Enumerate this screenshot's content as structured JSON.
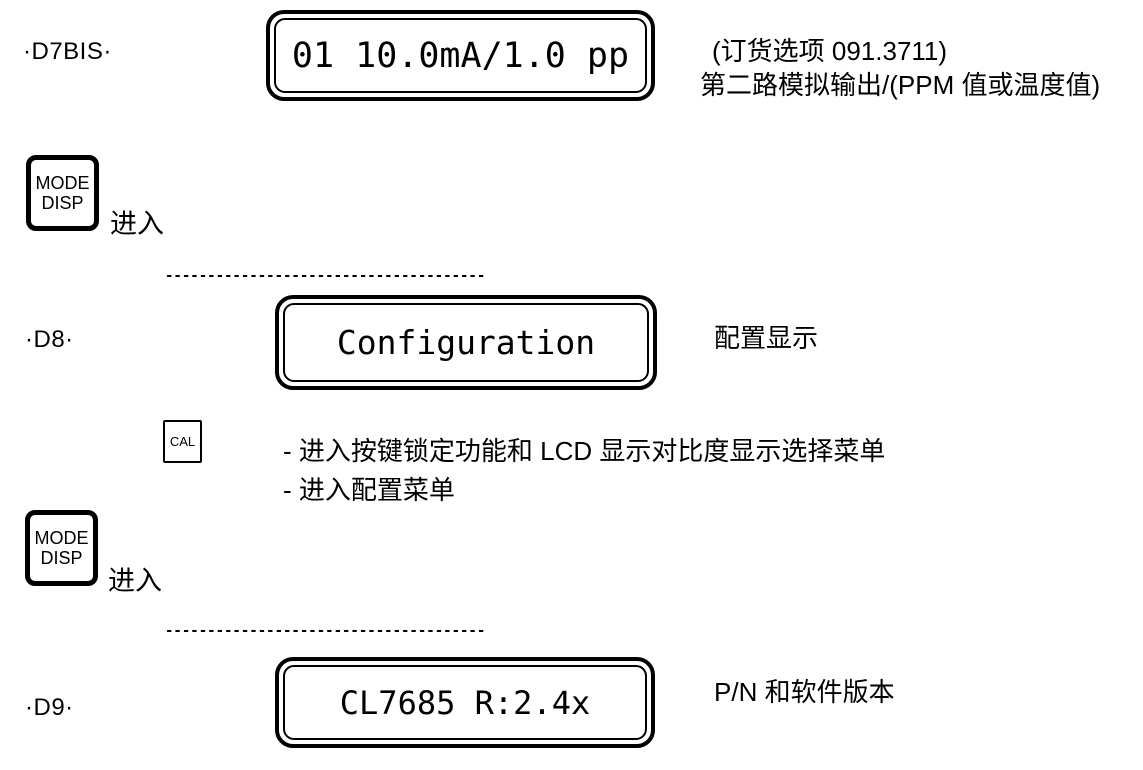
{
  "colors": {
    "ink": "#000000",
    "paper": "#ffffff"
  },
  "doc": {
    "steps": [
      {
        "label": "·D7BIS·",
        "display_text": "01 10.0mA/1.0 pp",
        "notes": [
          "(订货选项 091.3711)",
          "第二路模拟输出/(PPM 值或温度值)"
        ]
      },
      {
        "label": "·D8·",
        "display_text": "Configuration",
        "notes": [
          "配置显示"
        ]
      },
      {
        "label": "·D9·",
        "display_text": "CL7685 R:2.4x",
        "notes": [
          "P/N 和软件版本"
        ]
      }
    ],
    "keys": {
      "mode_disp": {
        "line1": "MODE",
        "line2": "DISP"
      },
      "cal": "CAL",
      "enter": "进入"
    },
    "cal_notes": [
      "- 进入按键锁定功能和 LCD 显示对比度显示选择菜单",
      "- 进入配置菜单"
    ],
    "separator": "--------------------------------------"
  }
}
